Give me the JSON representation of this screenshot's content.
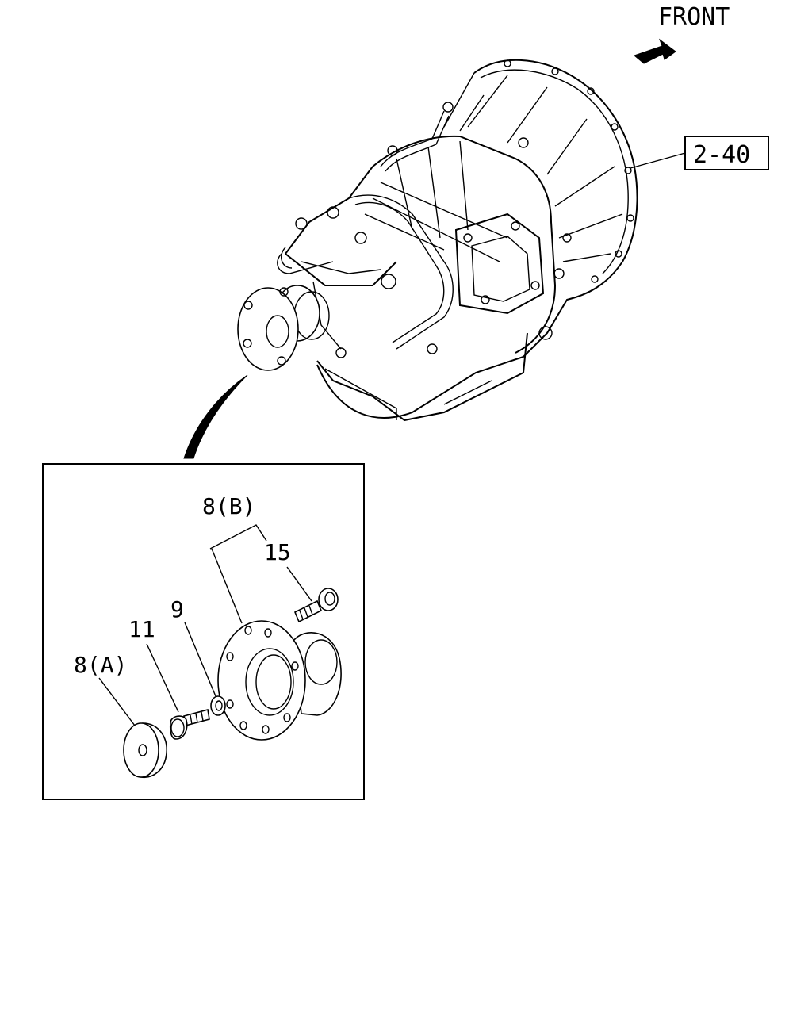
{
  "direction": {
    "text": "FRONT",
    "arrow_icon": "arrow-right-icon"
  },
  "reference": {
    "text": "2-40"
  },
  "callouts": {
    "flange_b": "8(B)",
    "bolt_15": "15",
    "washer_9": "9",
    "bolt_11": "11",
    "plate_a": "8(A)"
  },
  "colors": {
    "line": "#000000",
    "background": "#ffffff"
  }
}
